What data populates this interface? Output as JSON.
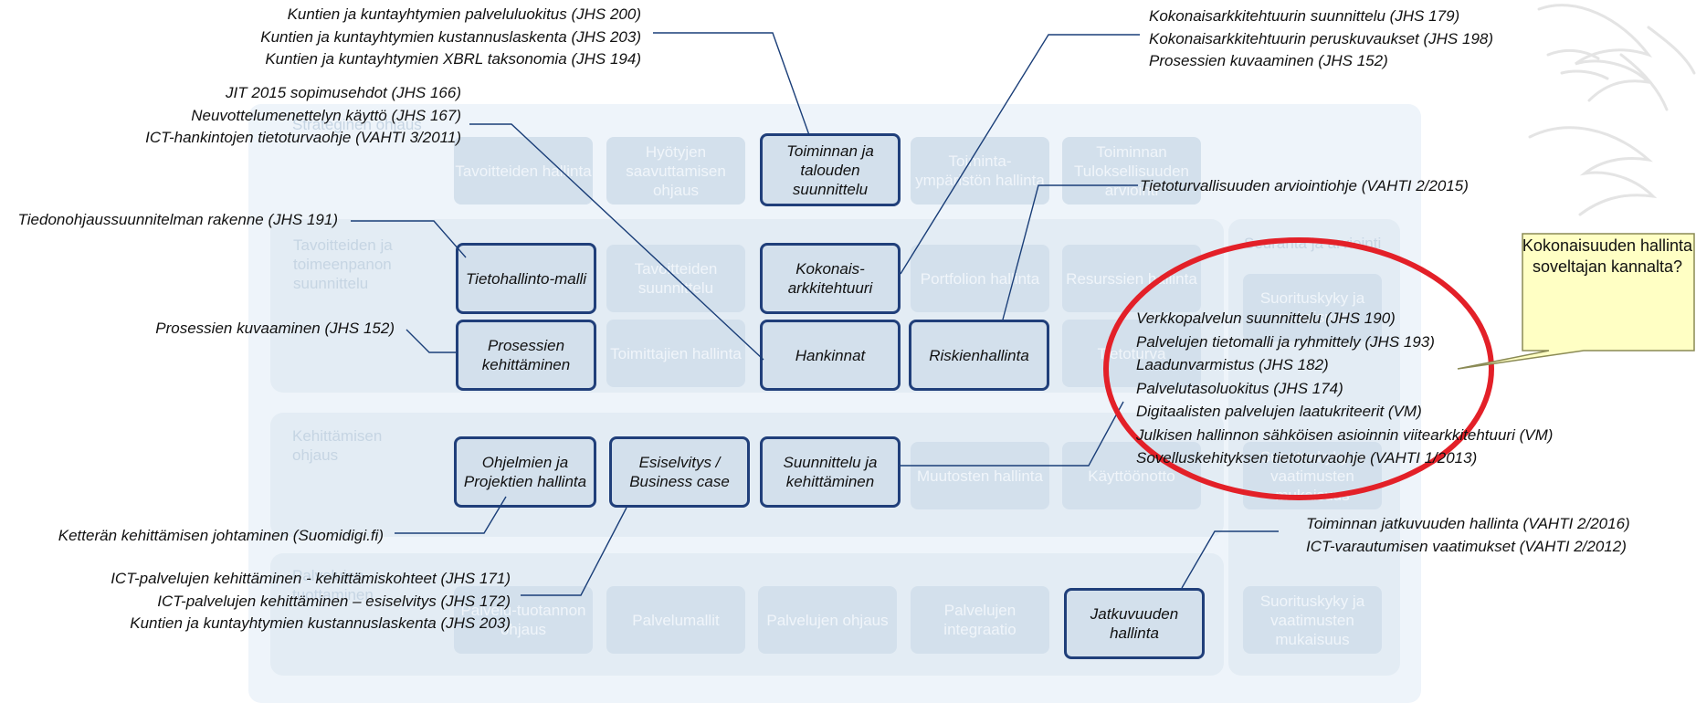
{
  "background_labels": {
    "strategy": "Strateginen ohjaus",
    "planning": "Tavoitteiden ja toimeenpanon suunnittelu",
    "monitoring": "Seuranta ja arviointi",
    "development": "Kehittämisen ohjaus",
    "services": "Palvelujen tuottaminen"
  },
  "dim_boxes": {
    "r1c1": "Tavoitteiden hallinta",
    "r1c2": "Hyötyjen saavuttamisen ohjaus",
    "r1c4": "Toiminta-ympäristön hallinta",
    "r1c5": "Toiminnan Tuloksellisuuden arviointi",
    "r2c2": "Tavoitteiden suunnittelu",
    "r2c4": "Portfolion hallinta",
    "r2c5": "Resurssien hallinta",
    "r2c6": "Suorituskyky ja mukaisuus",
    "r3c2": "Toimittajien hallinta",
    "r3c5": "Tietoturva",
    "r4c4": "Muutosten hallinta",
    "r4c5": "Käyttöönotto",
    "r4c6": "Suorituskyky ja vaatimusten mukaisuus",
    "r5c1": "Palvelu-tuotannon ohjaus",
    "r5c2": "Palvelumallit",
    "r5c3": "Palvelujen ohjaus",
    "r5c4": "Palvelujen integraatio",
    "r5c6": "Suorituskyky ja vaatimusten mukaisuus"
  },
  "highlight_boxes": {
    "toiminnan": "Toiminnan ja talouden suunnittelu",
    "tietohallinto": "Tietohallinto-malli",
    "kokonais": "Kokonais-arkkitehtuuri",
    "prosessien": "Prosessien kehittäminen",
    "hankinnat": "Hankinnat",
    "riskien": "Riskienhallinta",
    "ohjelmien": "Ohjelmien ja Projektien hallinta",
    "esiselvitys": "Esiselvitys / Business case",
    "suunnittelu": "Suunnittelu ja kehittäminen",
    "jatkuvuuden": "Jatkuvuuden hallinta"
  },
  "notes": {
    "top_center": [
      "Kuntien ja kuntayhtymien palveluluokitus (JHS 200)",
      "Kuntien ja kuntayhtymien kustannuslaskenta (JHS 203)",
      "Kuntien ja kuntayhtymien XBRL taksonomia (JHS 194)"
    ],
    "top_right": [
      "Kokonaisarkkitehtuurin suunnittelu (JHS 179)",
      "Kokonaisarkkitehtuurin peruskuvaukset (JHS 198)",
      "Prosessien kuvaaminen (JHS 152)"
    ],
    "top_left": [
      "JIT 2015 sopimusehdot (JHS 166)",
      "Neuvottelumenettelyn käyttö (JHS 167)",
      "ICT-hankintojen tietoturvaohje (VAHTI 3/2011)"
    ],
    "tietoturva": "Tietoturvallisuuden arviointiohje (VAHTI 2/2015)",
    "tiedonohjaus": "Tiedonohjaussuunnitelman rakenne (JHS 191)",
    "prosessit": "Prosessien kuvaaminen (JHS 152)",
    "ellipse_list": [
      "Verkkopalvelun suunnittelu (JHS 190)",
      "Palvelujen tietomalli ja ryhmittely (JHS 193)",
      "Laadunvarmistus (JHS 182)",
      "Palvelutasoluokitus (JHS 174)",
      "Digitaalisten palvelujen laatukriteerit (VM)",
      "Julkisen hallinnon sähköisen asioinnin viitearkkitehtuuri (VM)",
      "Sovelluskehityksen tietoturvaohje (VAHTI 1/2013)"
    ],
    "ketteran": "Ketterän kehittämisen johtaminen (Suomidigi.fi)",
    "jatkuvuus": [
      "Toiminnan jatkuvuuden hallinta (VAHTI 2/2016)",
      "ICT-varautumisen vaatimukset (VAHTI 2/2012)"
    ],
    "ict": [
      "ICT-palvelujen kehittäminen - kehittämiskohteet  (JHS 171)",
      "ICT-palvelujen kehittäminen – esiselvitys (JHS 172)",
      "Kuntien ja kuntayhtymien kustannuslaskenta (JHS 203)"
    ]
  },
  "callout": {
    "text": "Kokonaisuuden hallinta soveltajan kannalta?"
  },
  "colors": {
    "highlight_border": "#203f7a",
    "ellipse": "#e32028",
    "callout_fill": "#ffffc4",
    "callout_border": "#8a8a55"
  }
}
